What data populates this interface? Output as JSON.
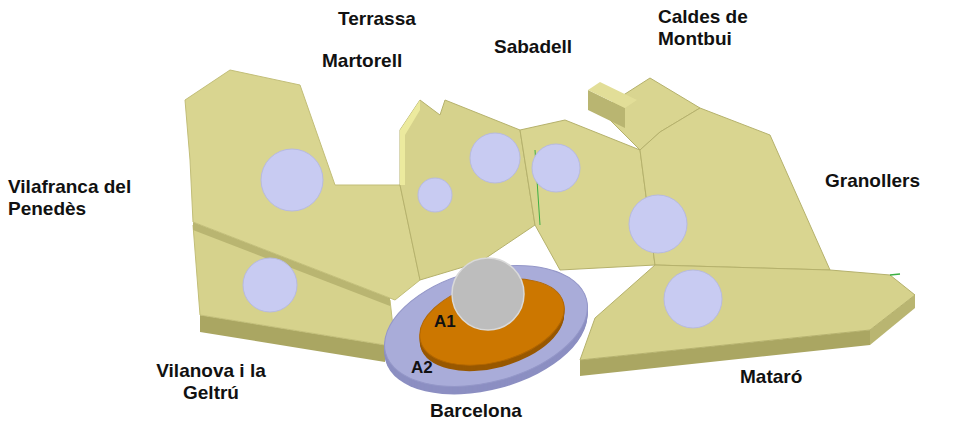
{
  "diagram": {
    "nodes": [
      {
        "text": [
          "A2"
        ]
      },
      {
        "text": [
          "A1"
        ],
        "in": 0
      }
    ],
    "labels": [
      "Terrassa",
      "Martorell",
      "Sabadell",
      "Caldes de Montbui",
      "Vilafranca del Penedès",
      "Granollers",
      "Vilanova i la Geltrú",
      "Mataró",
      "Barcelona"
    ]
  }
}
